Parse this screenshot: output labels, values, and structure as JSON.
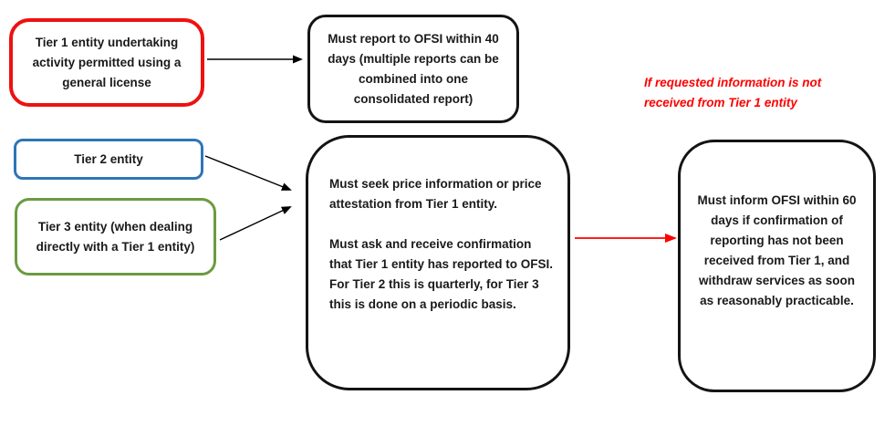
{
  "diagram": {
    "boxes": {
      "tier1": {
        "text": "Tier 1 entity undertaking activity permitted using a general license",
        "border_color": "#ee1111"
      },
      "report": {
        "text": "Must report to OFSI within 40 days (multiple reports can be combined into one consolidated report)",
        "border_color": "#141414"
      },
      "tier2": {
        "text": "Tier 2 entity",
        "border_color": "#2e75b6"
      },
      "tier3": {
        "text": "Tier 3 entity (when dealing directly with a Tier 1 entity)",
        "border_color": "#6b9b41"
      },
      "seek": {
        "paragraphs": [
          "Must seek price information or price attestation from Tier 1 entity.",
          "Must ask and receive confirmation that Tier 1 entity has reported to OFSI. For Tier 2 this is quarterly, for Tier 3 this is done on a periodic basis."
        ],
        "border_color": "#141414"
      },
      "inform": {
        "text": "Must inform OFSI within 60 days if confirmation of reporting has not been received from Tier 1, and withdraw services as soon as reasonably practicable.",
        "border_color": "#141414"
      }
    },
    "annotation": {
      "text": "If requested information is not received from Tier 1 entity",
      "color": "#fe0000"
    },
    "colors": {
      "arrow_black": "#000000",
      "arrow_red": "#fe0000",
      "background": "#ffffff"
    }
  }
}
